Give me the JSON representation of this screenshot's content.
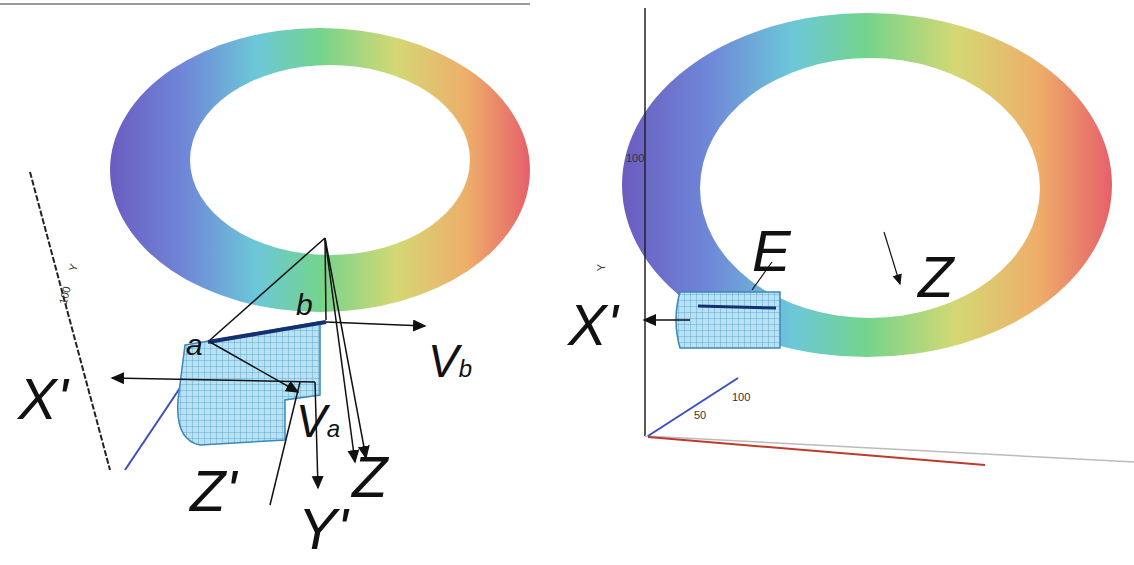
{
  "diagram": {
    "labels": [
      "a",
      "b",
      "X'",
      "Va",
      "Vb",
      "Z'",
      "Y'",
      "Z",
      "Y",
      "100",
      "E",
      "X'",
      "Z",
      "Y",
      "100",
      "100",
      "50"
    ]
  }
}
